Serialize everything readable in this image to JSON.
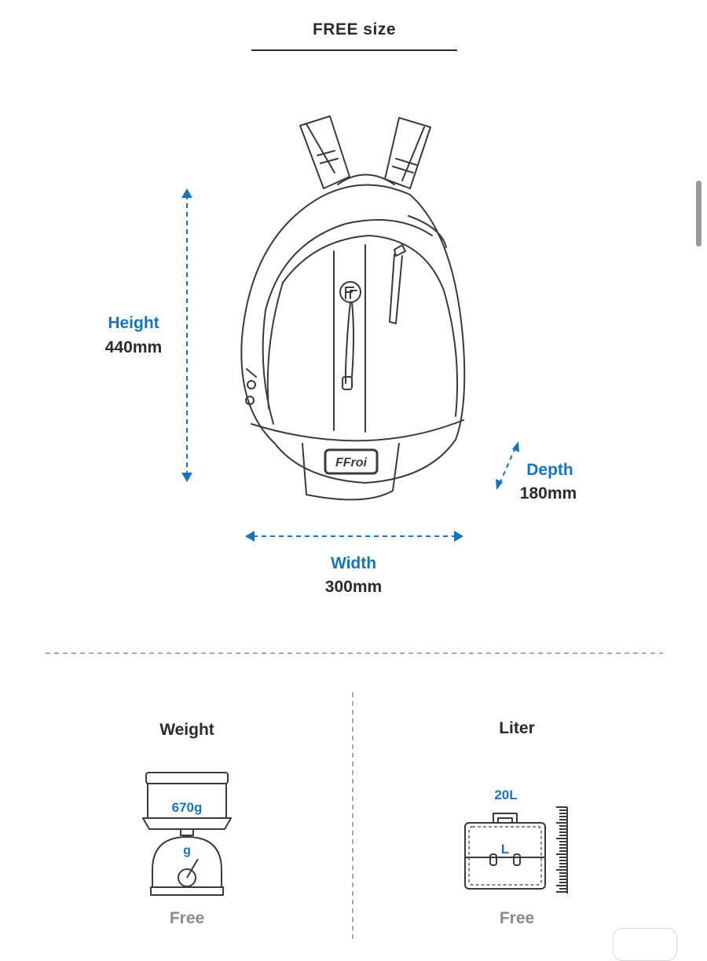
{
  "header": {
    "title": "FREE size"
  },
  "dimensions": {
    "height": {
      "label": "Height",
      "value": "440mm"
    },
    "depth": {
      "label": "Depth",
      "value": "180mm"
    },
    "width": {
      "label": "Width",
      "value": "300mm"
    }
  },
  "weight": {
    "label": "Weight",
    "scale_readout": "670g",
    "dial_unit": "g",
    "size": "Free"
  },
  "liter": {
    "label": "Liter",
    "volume": "20L",
    "bag_size": "L",
    "size": "Free"
  },
  "backpack": {
    "patch_text": "FFroi"
  },
  "colors": {
    "accent": "#1a73b8",
    "ink": "#2b2b2b",
    "muted": "#8a8a8a"
  }
}
